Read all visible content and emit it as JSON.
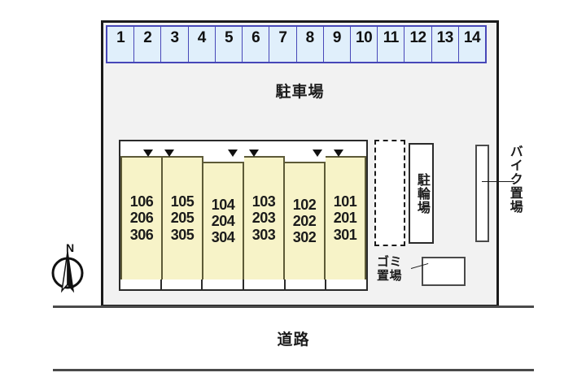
{
  "plan": {
    "title_parking": "駐車場",
    "title_road": "道路",
    "title_bicycle": "駐輪場",
    "title_motorcycle": "バイク置場",
    "title_garbage": "ゴミ置場",
    "compass_north": "N"
  },
  "parking": {
    "label": "駐車場",
    "stalls": [
      "1",
      "2",
      "3",
      "4",
      "5",
      "6",
      "7",
      "8",
      "9",
      "10",
      "11",
      "12",
      "13",
      "14"
    ]
  },
  "building": {
    "units": [
      {
        "floor1": "106",
        "floor2": "206",
        "floor3": "306"
      },
      {
        "floor1": "105",
        "floor2": "205",
        "floor3": "305"
      },
      {
        "floor1": "104",
        "floor2": "204",
        "floor3": "304"
      },
      {
        "floor1": "103",
        "floor2": "203",
        "floor3": "303"
      },
      {
        "floor1": "102",
        "floor2": "202",
        "floor3": "302"
      },
      {
        "floor1": "101",
        "floor2": "201",
        "floor3": "301"
      }
    ]
  },
  "facilities": {
    "bicycle_parking": "駐輪場",
    "motorcycle_parking": "バイク置場",
    "garbage_area": "ゴミ置場"
  },
  "road": {
    "label": "道路"
  },
  "compass": {
    "north_label": "N"
  },
  "colors": {
    "stall_fill": "#e0effb",
    "stall_border": "#4747b8",
    "unit_fill": "#f7f3c8",
    "unit_border": "#5d5a37",
    "site_fill": "#f2f2f2",
    "site_border": "#1b1b1b",
    "text": "#1b1b1b"
  }
}
